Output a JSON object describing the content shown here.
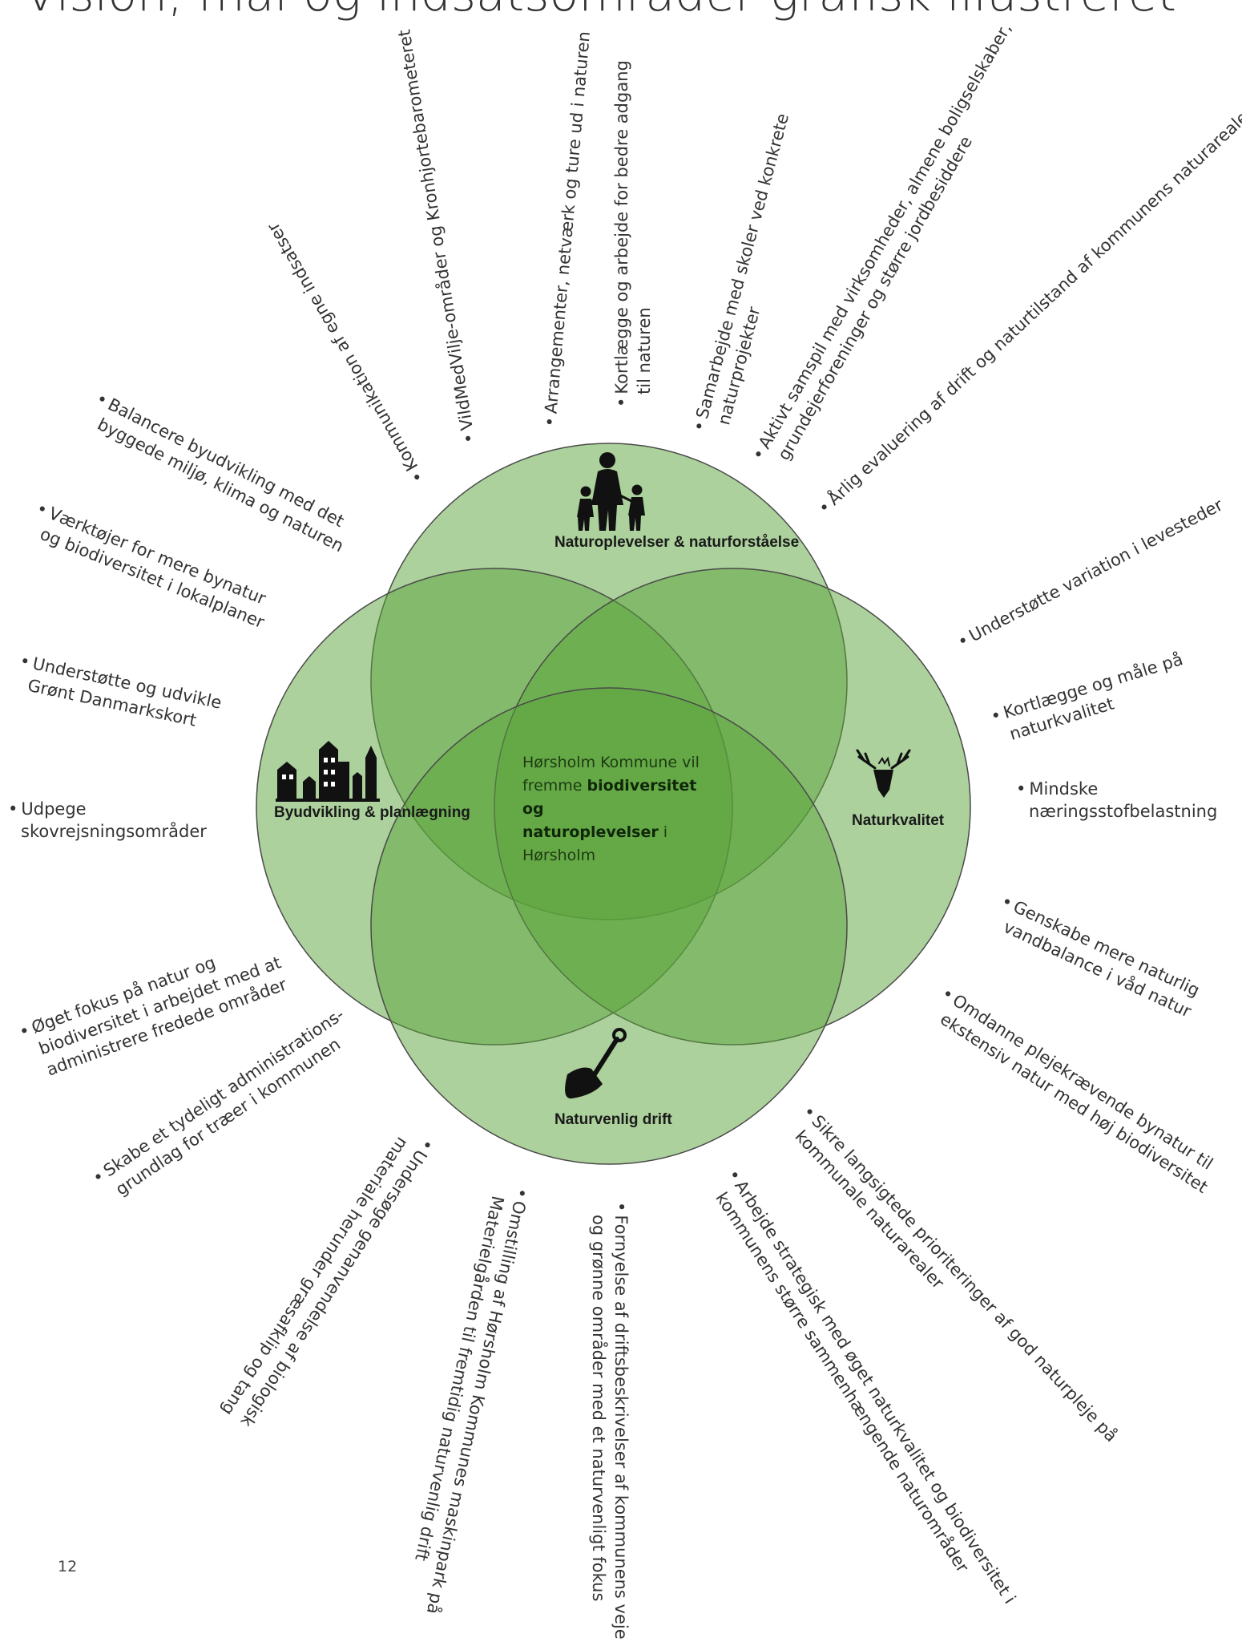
{
  "title": "Vision, mål og indsatsområder grafisk illustreret",
  "page_number": "12",
  "center": {
    "line1": "Hørsholm Kommune vil",
    "line2_pre": "fremme ",
    "line2_bold": "biodiversitet og",
    "line3_bold": "naturoplevelser",
    "line3_post": " i",
    "line4": "Hørsholm"
  },
  "categories": {
    "top": {
      "line1": "Naturoplevelser &",
      "line2": "naturforståelse",
      "icon": "family-icon"
    },
    "left": {
      "line1": "Byudvikling",
      "line2": "& planlægning",
      "icon": "city-icon"
    },
    "right": {
      "line1": "Naturkvalitet",
      "icon": "deer-icon"
    },
    "bottom": {
      "line1": "Naturvenlig drift",
      "icon": "shovel-icon"
    }
  },
  "colors": {
    "circle_fill": "#5aa43a",
    "circle_stroke": "#4a4a4a",
    "text": "#333333"
  },
  "bullets": [
    {
      "lines": [
        "Kommunikation af egne indsatser"
      ]
    },
    {
      "lines": [
        "VildMedVilje-områder og Kronhjortebarometeret"
      ]
    },
    {
      "lines": [
        "Arrangementer, netværk og ture ud i naturen"
      ]
    },
    {
      "lines": [
        "Kortlægge og arbejde for bedre adgang",
        "til naturen"
      ]
    },
    {
      "lines": [
        "Samarbejde med skoler ved konkrete",
        "naturprojekter"
      ]
    },
    {
      "lines": [
        "Aktivt samspil med virksomheder, almene boligselskaber,",
        "grundejerforeninger og større jordbesiddere"
      ]
    },
    {
      "lines": [
        "Årlig evaluering af drift og naturtilstand af kommunens naturarealer"
      ]
    },
    {
      "lines": [
        "Understøtte variation i levesteder"
      ]
    },
    {
      "lines": [
        "Kortlægge og måle på",
        "naturkvalitet"
      ]
    },
    {
      "lines": [
        "Mindske",
        "næringsstofbelastning"
      ]
    },
    {
      "lines": [
        "Genskabe mere naturlig",
        "vandbalance i våd natur"
      ]
    },
    {
      "lines": [
        "Omdanne plejekrævende bynatur til",
        "ekstensiv natur med høj biodiversitet"
      ]
    },
    {
      "lines": [
        "Sikre langsigtede prioriteringer af god naturpleje på",
        "kommunale naturarealer"
      ]
    },
    {
      "lines": [
        "Arbejde strategisk med øget naturkvalitet og biodiversitet i",
        "kommunens større sammenhængende naturområder"
      ]
    },
    {
      "lines": [
        "Fornyelse af driftsbeskrivelser af kommunens veje",
        "og grønne områder med et naturvenligt fokus"
      ]
    },
    {
      "lines": [
        "Omstilling af Hørsholm Kommunes maskinpark på",
        "Materielgården til fremtidig naturvenlig drift"
      ]
    },
    {
      "lines": [
        "Undersøge genanvendelse af biologisk",
        "materiale herunder græsafklip og tang"
      ]
    },
    {
      "lines": [
        "Skabe et tydeligt administrations-",
        "grundlag for træer i kommunen"
      ]
    },
    {
      "lines": [
        "Øget fokus på natur og",
        "biodiversitet i arbejdet med at",
        "administrere fredede områder"
      ]
    },
    {
      "lines": [
        "Udpege",
        "skovrejsningsområder"
      ]
    },
    {
      "lines": [
        "Understøtte og udvikle",
        "Grønt Danmarkskort"
      ]
    },
    {
      "lines": [
        "Værktøjer for mere bynatur",
        "og biodiversitet i lokalplaner"
      ]
    },
    {
      "lines": [
        "Balancere byudvikling med det",
        "byggede miljø, klima og naturen"
      ]
    }
  ]
}
